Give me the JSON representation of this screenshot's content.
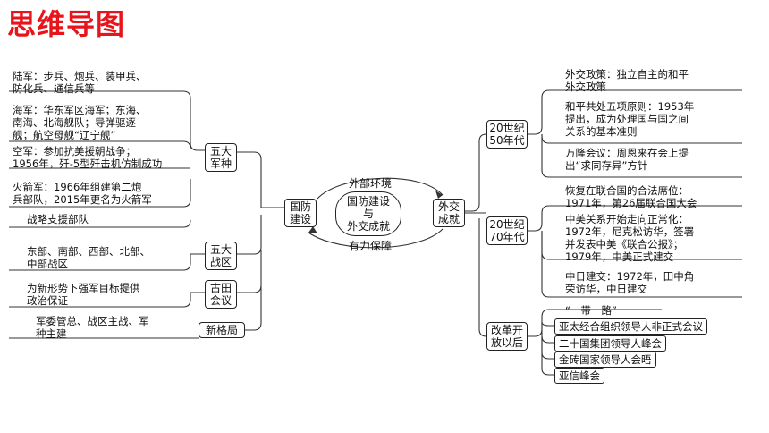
{
  "title": "思维导图",
  "left": {
    "armed_forces": {
      "label": "五大\n军种",
      "items": [
        [
          "陆军：步兵、炮兵、装甲兵、",
          "防化兵、通信兵等"
        ],
        [
          "海军：华东军区海军；东海、",
          "南海、北海舰队；导弹驱逐",
          "舰；航空母舰“辽宁舰”"
        ],
        [
          "空军：参加抗美援朝战争；",
          "1956年，歼-5型歼击机仿制成功"
        ],
        [
          "火箭军：1966年组建第二炮",
          "兵部队，2015年更名为火箭军"
        ],
        [
          "战略支援部队"
        ]
      ]
    },
    "war_zones": {
      "label": "五大\n战区",
      "items": [
        [
          "东部、南部、西部、北部、",
          "中部战区"
        ]
      ]
    },
    "gutian": {
      "label": "古田\n会议",
      "items": [
        [
          "为新形势下强军目标提供",
          "政治保证"
        ]
      ]
    },
    "new_pattern": {
      "label": "新格局",
      "items": [
        [
          "军委管总、战区主战、军",
          "种主建"
        ]
      ]
    }
  },
  "center": {
    "defense": "国防\n建设",
    "core": "国防建设\n与\n外交成就",
    "foreign": "外交\n成就",
    "top_arrow_label": "外部环境",
    "bottom_arrow_label": "有力保障"
  },
  "right": {
    "fifties": {
      "label": "20世纪\n50年代",
      "items": [
        [
          "外交政策：独立自主的和平",
          "外交政策"
        ],
        [
          "和平共处五项原则：1953年",
          "提出，成为处理国与国之间",
          "关系的基本准则"
        ],
        [
          "万隆会议：周恩来在会上提",
          "出“求同存异”方针"
        ]
      ]
    },
    "seventies": {
      "label": "20世纪\n70年代",
      "items": [
        [
          "恢复在联合国的合法席位：",
          "1971年，第26届联合国大会"
        ],
        [
          "中美关系开始走向正常化：",
          "1972年，尼克松访华，签署",
          "并发表中美《联合公报》；",
          "1979年，中美正式建交"
        ],
        [
          "中日建交：1972年，田中角",
          "荣访华，中日建交"
        ]
      ]
    },
    "reform": {
      "label": "改革开\n放以后",
      "items": [
        "“一带一路”",
        "亚太经合组织领导人非正式会议",
        "二十国集团领导人峰会",
        "金砖国家领导人会晤",
        "亚信峰会"
      ]
    }
  }
}
